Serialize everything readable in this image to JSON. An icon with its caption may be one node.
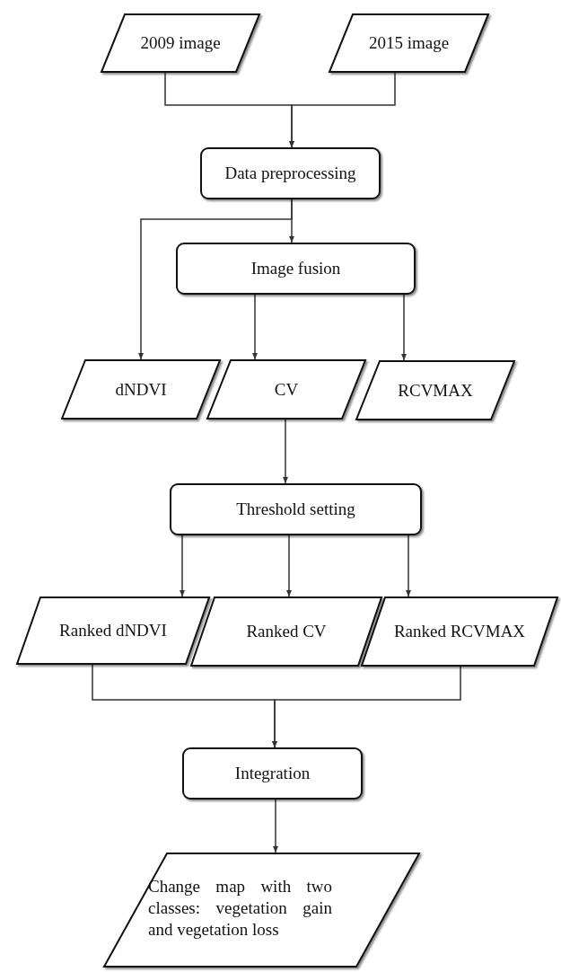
{
  "diagram": {
    "nodes": [
      {
        "text": [
          "2009 image"
        ]
      },
      {
        "text": [
          "2015 image"
        ]
      },
      {
        "text": [
          "Data preprocessing"
        ]
      },
      {
        "text": [
          "Image fusion"
        ]
      },
      {
        "text": [
          "dNDVI"
        ]
      },
      {
        "text": [
          "CV"
        ]
      },
      {
        "text": [
          "RCVMAX"
        ]
      },
      {
        "text": [
          "Threshold setting"
        ]
      },
      {
        "text": [
          "Ranked dNDVI"
        ]
      },
      {
        "text": [
          "Ranked CV"
        ]
      },
      {
        "text": [
          "Ranked RCVMAX"
        ]
      },
      {
        "text": [
          "Integration"
        ]
      },
      {
        "text": [
          "Change map with two classes: vegetation gain and vegetation loss"
        ]
      }
    ],
    "edges": [
      {
        "from": 0,
        "to": 2,
        "arrow": "to"
      },
      {
        "from": 1,
        "to": 2,
        "arrow": "to"
      },
      {
        "from": 2,
        "to": 3,
        "arrow": "to"
      },
      {
        "from": 2,
        "to": 4,
        "arrow": "to"
      },
      {
        "from": 3,
        "to": 5,
        "arrow": "to"
      },
      {
        "from": 3,
        "to": 6,
        "arrow": "to"
      },
      {
        "from": 5,
        "to": 7,
        "arrow": "to"
      },
      {
        "from": 7,
        "to": 8,
        "arrow": "to"
      },
      {
        "from": 7,
        "to": 9,
        "arrow": "to"
      },
      {
        "from": 7,
        "to": 10,
        "arrow": "to"
      },
      {
        "from": 8,
        "to": 11,
        "arrow": "to"
      },
      {
        "from": 10,
        "to": 11,
        "arrow": "to"
      },
      {
        "from": 11,
        "to": 12,
        "arrow": "to"
      }
    ]
  }
}
